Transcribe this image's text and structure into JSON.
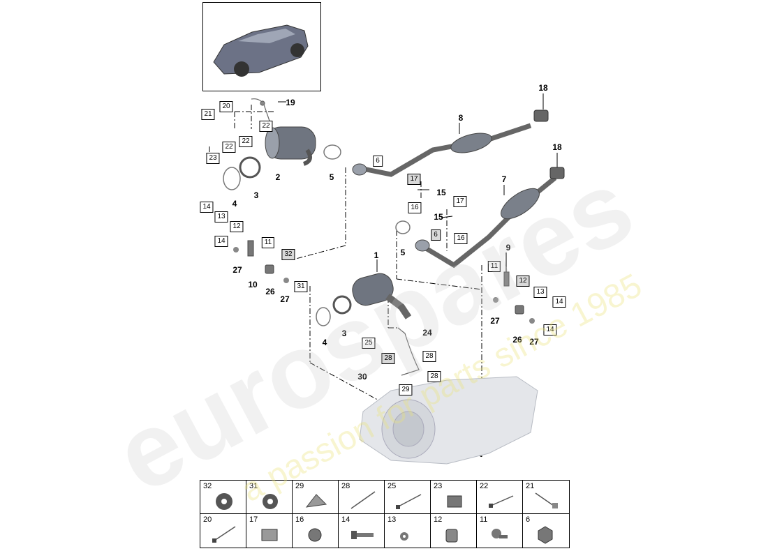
{
  "callouts": {
    "c1": "1",
    "c2": "2",
    "c3a": "3",
    "c3b": "3",
    "c4a": "4",
    "c4b": "4",
    "c5a": "5",
    "c5b": "5",
    "c7": "7",
    "c8": "8",
    "c9": "9",
    "c10": "10",
    "c15a": "15",
    "c15b": "15",
    "c18a": "18",
    "c18b": "18",
    "c19": "19",
    "c24": "24",
    "c26a": "26",
    "c26b": "26",
    "c27a": "27",
    "c27b": "27",
    "c27c": "27",
    "c27d": "27",
    "c30": "30"
  },
  "boxed": {
    "b20": "20",
    "b21": "21",
    "b22a": "22",
    "b22b": "22",
    "b22c": "22",
    "b23": "23",
    "b6a": "6",
    "b6b": "6",
    "b17a": "17",
    "b17b": "17",
    "b16a": "16",
    "b16b": "16",
    "b14a": "14",
    "b13a": "13",
    "b12a": "12",
    "b11a": "11",
    "b14b": "14",
    "b32": "32",
    "b31": "31",
    "b11b": "11",
    "b12b": "12",
    "b13b": "13",
    "b14c": "14",
    "b14d": "14",
    "b25": "25",
    "b28a": "28",
    "b28b": "28",
    "b28c": "28",
    "b29": "29"
  },
  "legend": [
    {
      "num": "32",
      "icon": "washer-icon"
    },
    {
      "num": "31",
      "icon": "washer-icon"
    },
    {
      "num": "29",
      "icon": "bracket-clip-icon"
    },
    {
      "num": "28",
      "icon": "cable-tie-icon"
    },
    {
      "num": "25",
      "icon": "cable-tie-icon"
    },
    {
      "num": "23",
      "icon": "clip-icon"
    },
    {
      "num": "22",
      "icon": "cable-tie-icon"
    },
    {
      "num": "21",
      "icon": "bracket-tie-icon"
    },
    {
      "num": "20",
      "icon": "cable-tie-icon"
    },
    {
      "num": "17",
      "icon": "nut-clip-icon"
    },
    {
      "num": "16",
      "icon": "flange-screw-icon"
    },
    {
      "num": "14",
      "icon": "bolt-icon"
    },
    {
      "num": "13",
      "icon": "small-washer-icon"
    },
    {
      "num": "12",
      "icon": "spring-icon"
    },
    {
      "num": "11",
      "icon": "screw-icon"
    },
    {
      "num": "6",
      "icon": "hex-nut-icon"
    }
  ],
  "watermark": {
    "brand": "eurospares",
    "tagline": "a passion for parts since 1985"
  }
}
